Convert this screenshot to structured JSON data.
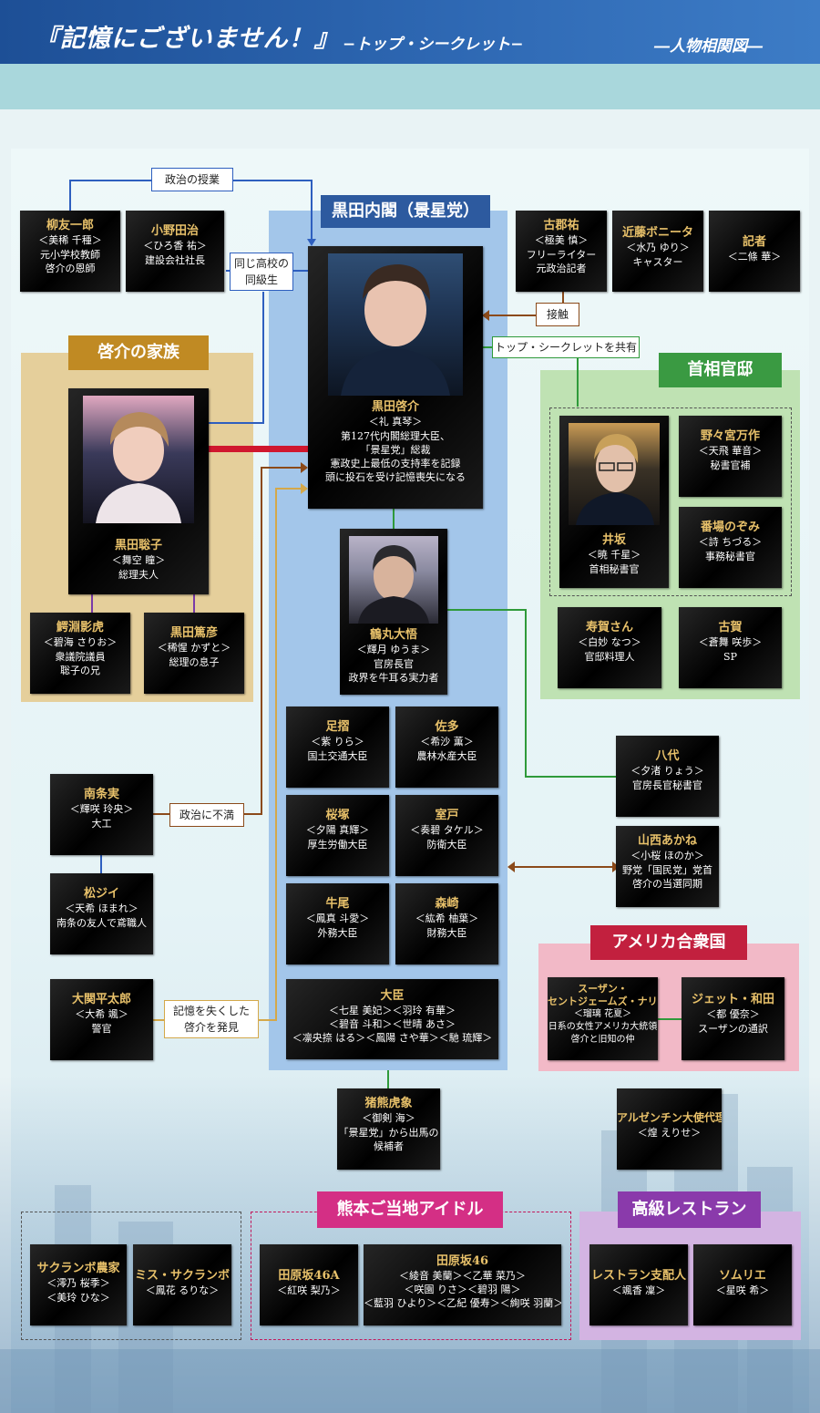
{
  "header": {
    "title": "『記憶にございません！』",
    "subtitle": "−トップ・シークレット−",
    "right": "―人物相関図―"
  },
  "groups": {
    "cabinet": "黒田内閣（景星党）",
    "family": "啓介の家族",
    "residence": "首相官邸",
    "usa": "アメリカ合衆国",
    "idol": "熊本ご当地アイドル",
    "restaurant": "高級レストラン"
  },
  "labels": {
    "politics_class": "政治の授業",
    "classmates_1": "同じ高校の",
    "classmates_2": "同級生",
    "contact": "接触",
    "secret_share": "トップ・シークレットを共有",
    "dissatisfied": "政治に不満",
    "found_1": "記憶を失くした",
    "found_2": "啓介を発見"
  },
  "characters": {
    "yanagi": {
      "name": "柳友一郎",
      "actor": "＜美稀 千種＞",
      "role1": "元小学校教師",
      "role2": "啓介の恩師"
    },
    "onoda": {
      "name": "小野田治",
      "actor": "＜ひろ香 祐＞",
      "role1": "建設会社社長"
    },
    "kuroda": {
      "name": "黒田啓介",
      "actor": "＜礼 真琴＞",
      "role1": "第127代内閣総理大臣、",
      "role2": "「景星党」総裁",
      "role3": "憲政史上最低の支持率を記録",
      "role4": "頭に投石を受け記憶喪失になる"
    },
    "kogori": {
      "name": "古郡祐",
      "actor": "＜極美 慎＞",
      "role1": "フリーライター",
      "role2": "元政治記者"
    },
    "kondo": {
      "name": "近藤ボニータ",
      "actor": "＜水乃 ゆり＞",
      "role1": "キャスター"
    },
    "kisha": {
      "name": "記者",
      "actor": "＜二條 華＞"
    },
    "satoko": {
      "name": "黒田聡子",
      "actor": "＜舞空 瞳＞",
      "role1": "総理夫人"
    },
    "tsuruta": {
      "name": "鰐淵影虎",
      "actor": "＜碧海 さりお＞",
      "role1": "衆議院議員",
      "role2": "聡子の兄"
    },
    "atsuhiko": {
      "name": "黒田篤彦",
      "actor": "＜稀惺 かずと＞",
      "role1": "総理の息子"
    },
    "tsurumaru": {
      "name": "鶴丸大悟",
      "actor": "＜輝月 ゆうま＞",
      "role1": "官房長官",
      "role2": "政界を牛耳る実力者"
    },
    "isaka": {
      "name": "井坂",
      "actor": "＜暁 千星＞",
      "role1": "首相秘書官"
    },
    "nonomiya": {
      "name": "野々宮万作",
      "actor": "＜天飛 華音＞",
      "role1": "秘書官補"
    },
    "banba": {
      "name": "番場のぞみ",
      "actor": "＜詩 ちづる＞",
      "role1": "事務秘書官"
    },
    "kotobuki": {
      "name": "寿賀さん",
      "actor": "＜白妙 なつ＞",
      "role1": "官邸料理人"
    },
    "koga": {
      "name": "古賀",
      "actor": "＜蒼舞 咲歩＞",
      "role1": "SP"
    },
    "ashizuri": {
      "name": "足摺",
      "actor": "＜紫 りら＞",
      "role1": "国土交通大臣"
    },
    "sata": {
      "name": "佐多",
      "actor": "＜希沙 薫＞",
      "role1": "農林水産大臣"
    },
    "sakurazuka": {
      "name": "桜塚",
      "actor": "＜夕陽 真輝＞",
      "role1": "厚生労働大臣"
    },
    "muroto": {
      "name": "室戸",
      "actor": "＜奏碧 タケル＞",
      "role1": "防衛大臣"
    },
    "ushio": {
      "name": "牛尾",
      "actor": "＜鳳真 斗愛＞",
      "role1": "外務大臣"
    },
    "morisaki": {
      "name": "森崎",
      "actor": "＜紘希 柚葉＞",
      "role1": "財務大臣"
    },
    "yashiro": {
      "name": "八代",
      "actor": "＜夕渚 りょう＞",
      "role1": "官房長官秘書官"
    },
    "yamanishi": {
      "name": "山西あかね",
      "actor": "＜小桜 ほのか＞",
      "role1": "野党「国民党」党首",
      "role2": "啓介の当選同期"
    },
    "nanjo": {
      "name": "南条実",
      "actor": "＜輝咲 玲央＞",
      "role1": "大工"
    },
    "matsujii": {
      "name": "松ジイ",
      "actor": "＜天希 ほまれ＞",
      "role1": "南条の友人で鳶職人"
    },
    "daijin": {
      "name": "大臣",
      "line1": "＜七星 美妃＞＜羽玲 有華＞",
      "line2": "＜碧音 斗和＞＜世晴 あさ＞",
      "line3": "＜凛央捺 はる＞＜鳳陽 さや華＞＜馳 琉輝＞"
    },
    "omaki": {
      "name": "大関平太郎",
      "actor": "＜大希 颯＞",
      "role1": "警官"
    },
    "susan": {
      "name1": "スーザン・",
      "name2": "セントジェームズ・ナリカワ",
      "actor": "＜瑠璃 花夏＞",
      "role1": "日系の女性アメリカ大統領",
      "role2": "啓介と旧知の仲"
    },
    "jet": {
      "name": "ジェット・和田",
      "actor": "＜都 優奈＞",
      "role1": "スーザンの通訳"
    },
    "inokuma": {
      "name": "猪熊虎象",
      "actor": "＜御剣 海＞",
      "role1": "「景星党」から出馬の",
      "role2": "候補者"
    },
    "argentina": {
      "name": "アルゼンチン大使代理",
      "actor": "＜煌 えりせ＞"
    },
    "sakuranbo": {
      "name": "サクランボ農家",
      "line1": "＜澪乃 桜季＞",
      "line2": "＜美玲 ひな＞"
    },
    "miss": {
      "name": "ミス・サクランボ",
      "actor": "＜鳳花 るりな＞"
    },
    "tahara46a": {
      "name": "田原坂46A",
      "actor": "＜紅咲 梨乃＞"
    },
    "tahara46": {
      "name": "田原坂46",
      "line1": "＜綾音 美蘭＞＜乙華 菜乃＞",
      "line2": "＜咲園 りさ＞＜碧羽 陽＞",
      "line3": "＜藍羽 ひより＞＜乙紀 優寿＞＜絢咲 羽蘭＞"
    },
    "manager": {
      "name": "レストラン支配人",
      "actor": "＜颯香 凜＞"
    },
    "sommelier": {
      "name": "ソムリエ",
      "actor": "＜星咲 希＞"
    }
  },
  "colors": {
    "header_blue": "#1d4f96",
    "cabinet_blue": "#a3c6ea",
    "family_tan": "#e5cf9b",
    "residence_green": "#bfe2b3",
    "usa_pink": "#f2b9c7",
    "restaurant_purple": "#d3b4e2",
    "name_gold": "#e8c16a"
  }
}
